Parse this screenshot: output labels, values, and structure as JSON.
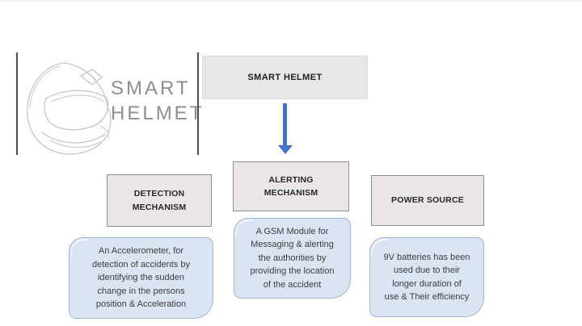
{
  "title": "Smart Helmet block diagram",
  "logo": {
    "brand_line1": "SMART",
    "brand_line2": "HELMET",
    "icon": "helmet-sketch-icon"
  },
  "root_box": {
    "label": "SMART HELMET"
  },
  "connector": {
    "icon": "down-arrow-icon",
    "color": "#4472c4"
  },
  "columns": [
    {
      "header": "DETECTION MECHANISM",
      "body_lines": [
        "An Accelerometer, for",
        "detection of accidents by",
        "identifying the sudden",
        "change in the persons",
        "position & Acceleration"
      ]
    },
    {
      "header": "ALERTING MECHANISM",
      "body_lines": [
        "A GSM Module for",
        "Messaging & alerting",
        "the authorities by",
        "providing the location",
        "of the accident"
      ]
    },
    {
      "header": "POWER SOURCE",
      "body_lines": [
        "9V batteries has been",
        "used due to their",
        "longer duration of",
        "use & Their efficiency"
      ]
    }
  ],
  "colors": {
    "arrow_blue": "#4472c4",
    "root_fill": "#e7e7e7",
    "header_fill": "#e8e7e5",
    "header_border": "#8f8f8f",
    "bubble_fill": "#dbe4f3",
    "bubble_border": "#a3b5d7",
    "logo_text_gray": "#8f8f8f"
  }
}
